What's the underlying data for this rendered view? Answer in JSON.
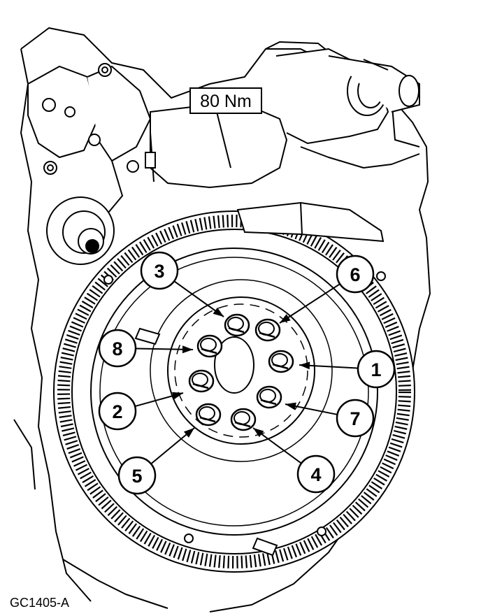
{
  "diagram": {
    "torque_label": "80 Nm",
    "figure_id": "GC1405-A",
    "callouts": [
      {
        "label": "1"
      },
      {
        "label": "2"
      },
      {
        "label": "3"
      },
      {
        "label": "4"
      },
      {
        "label": "5"
      },
      {
        "label": "6"
      },
      {
        "label": "7"
      },
      {
        "label": "8"
      }
    ],
    "colors": {
      "ink": "#000000",
      "paper": "#ffffff"
    }
  }
}
